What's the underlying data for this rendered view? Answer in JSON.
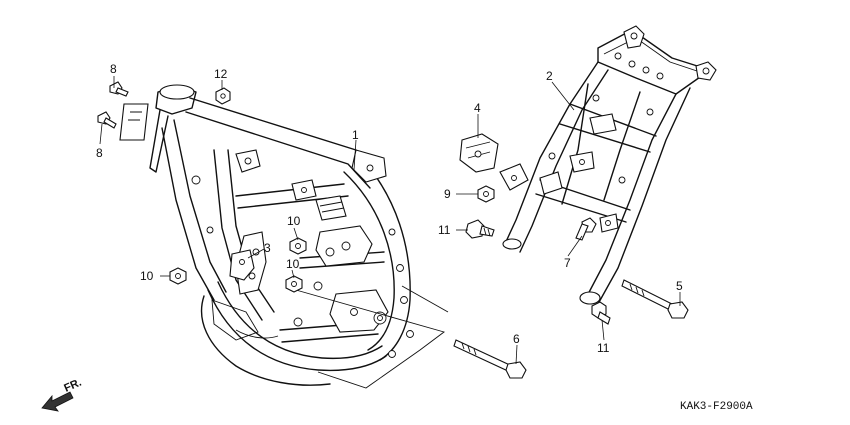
{
  "callouts": [
    "1",
    "2",
    "3",
    "4",
    "5",
    "6",
    "7",
    "8",
    "8",
    "9",
    "10",
    "10",
    "10",
    "11",
    "11",
    "12"
  ],
  "diagram_code": "KAK3-F2900A",
  "direction_label": "FR.",
  "colors": {
    "line": "#111111",
    "background": "#ffffff"
  }
}
